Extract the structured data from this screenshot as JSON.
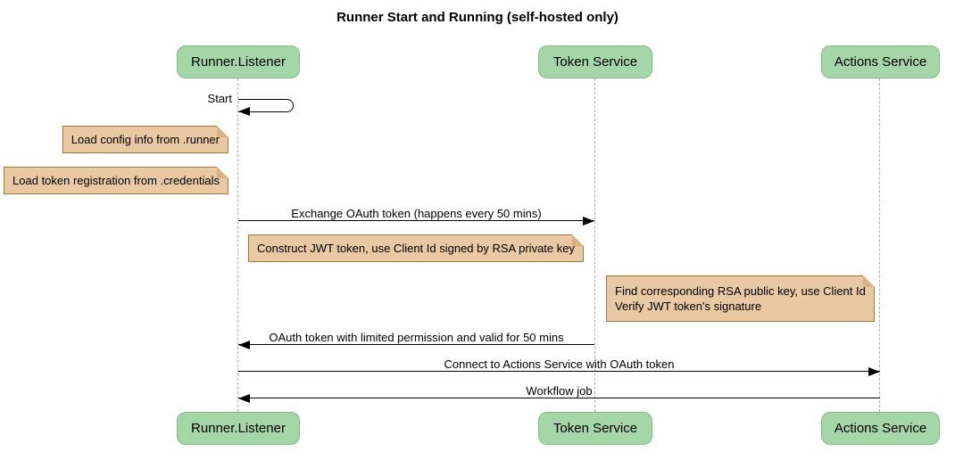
{
  "title": "Runner Start and Running (self-hosted only)",
  "participants": [
    {
      "name": "Runner.Listener"
    },
    {
      "name": "Token Service"
    },
    {
      "name": "Actions Service"
    }
  ],
  "messages": {
    "start": {
      "label": "Start",
      "from": "Runner.Listener",
      "to": "Runner.Listener",
      "type": "self"
    },
    "exchange_token": {
      "label": "Exchange OAuth token (happens every 50 mins)",
      "from": "Runner.Listener",
      "to": "Token Service",
      "type": "solid-arrow"
    },
    "oauth_token_return": {
      "label": "OAuth token with limited permission and valid for 50 mins",
      "from": "Token Service",
      "to": "Runner.Listener",
      "type": "solid-arrow"
    },
    "connect": {
      "label": "Connect to Actions Service with OAuth token",
      "from": "Runner.Listener",
      "to": "Actions Service",
      "type": "solid-arrow"
    },
    "workflow_job": {
      "label": "Workflow job",
      "from": "Actions Service",
      "to": "Runner.Listener",
      "type": "solid-arrow"
    }
  },
  "notes": [
    {
      "text": "Load config info from .runner",
      "position": "left of Runner.Listener"
    },
    {
      "text": "Load token registration from .credentials",
      "position": "left of Runner.Listener"
    },
    {
      "text": "Construct JWT token, use Client Id signed by RSA private key",
      "position": "right of Runner.Listener"
    },
    {
      "text": "Find corresponding RSA public key, use Client Id\nVerify JWT token's signature",
      "position": "right of Token Service"
    }
  ],
  "colors": {
    "background": "#FFFFFF",
    "participant_fill": "#A5D6A7",
    "participant_border": "#86BA88",
    "note_fill": "#E8C9A3",
    "note_border": "#9C7843",
    "lifeline": "#ADADAD",
    "arrow": "#000000",
    "text": "#000000"
  }
}
